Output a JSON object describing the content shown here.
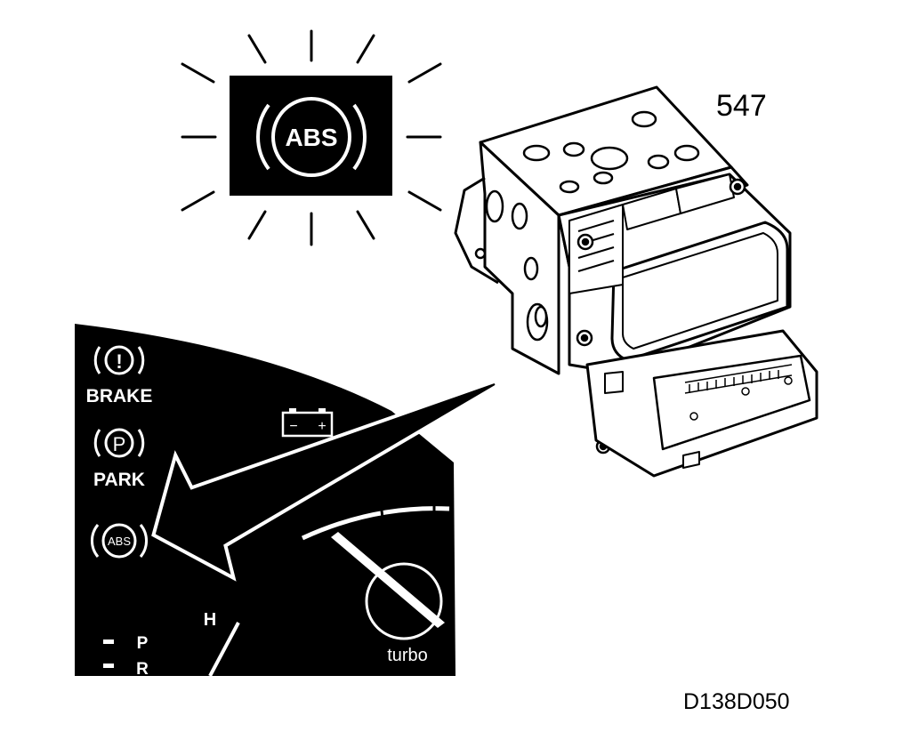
{
  "figure": {
    "part_number": "547",
    "figure_code": "D138D050"
  },
  "warning_lamp": {
    "symbol_text": "ABS",
    "state": "lit"
  },
  "instrument_cluster": {
    "brake_label": "BRAKE",
    "brake_symbol": "!",
    "park_label": "PARK",
    "park_symbol": "P",
    "abs_small_text": "ABS",
    "battery_minus": "−",
    "battery_plus": "+",
    "temp_hot_label": "H",
    "gear_p": "P",
    "gear_r": "R",
    "turbo_label": "turbo"
  },
  "colors": {
    "ink": "#000000",
    "paper": "#ffffff"
  }
}
